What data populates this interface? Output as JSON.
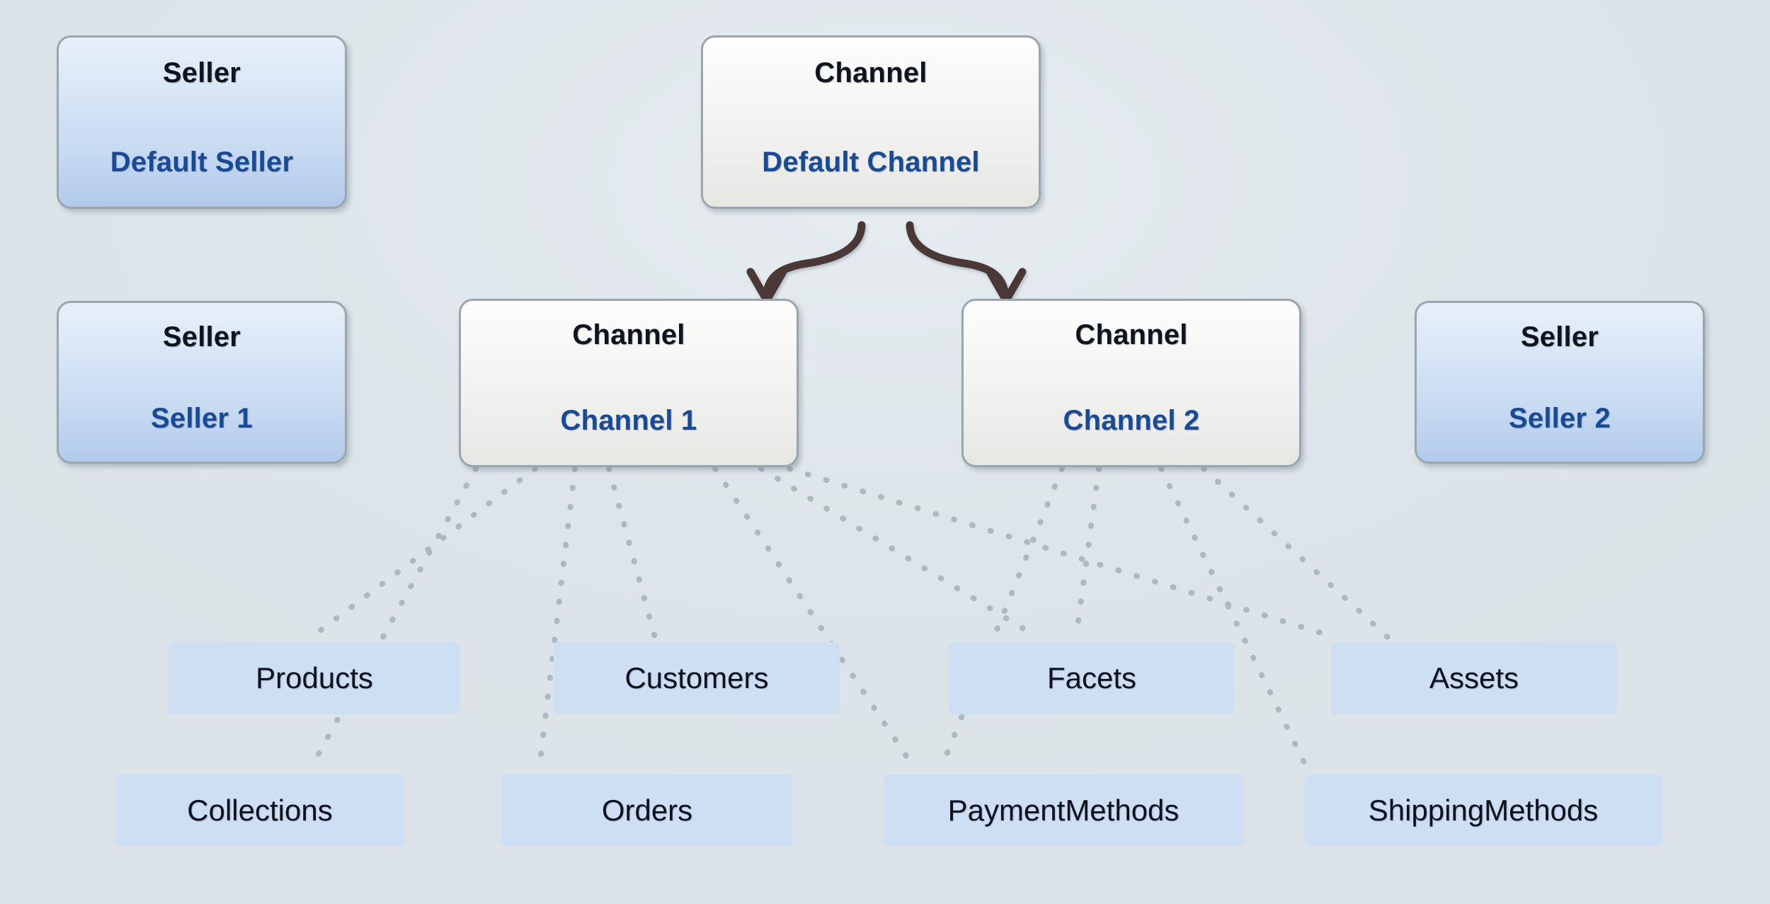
{
  "diagram": {
    "title": "Seller / Channel entity relationship diagram",
    "colors": {
      "background": "#dee5ea",
      "seller_fill_top": "#e7eff9",
      "seller_fill_bottom": "#b2caea",
      "channel_fill_top": "#fdfdfd",
      "channel_fill_bottom": "#e6e6e3",
      "node_border": "#9aa6ad",
      "type_text": "#10141c",
      "name_text": "#184a96",
      "connector_line": "#4a3835",
      "arrow": "#4a3835",
      "dotted_link": "#aab6bd",
      "chip_fill": "#cfdff3",
      "chip_text": "#0d1220"
    }
  },
  "nodes": {
    "default_seller": {
      "type": "Seller",
      "name": "Default Seller"
    },
    "default_channel": {
      "type": "Channel",
      "name": "Default Channel"
    },
    "seller_1": {
      "type": "Seller",
      "name": "Seller 1"
    },
    "channel_1": {
      "type": "Channel",
      "name": "Channel 1"
    },
    "channel_2": {
      "type": "Channel",
      "name": "Channel 2"
    },
    "seller_2": {
      "type": "Seller",
      "name": "Seller 2"
    }
  },
  "entities": {
    "row_1": [
      {
        "label": "Products"
      },
      {
        "label": "Customers"
      },
      {
        "label": "Facets"
      },
      {
        "label": "Assets"
      }
    ],
    "row_2": [
      {
        "label": "Collections"
      },
      {
        "label": "Orders"
      },
      {
        "label": "PaymentMethods"
      },
      {
        "label": "ShippingMethods"
      }
    ]
  },
  "connectors": {
    "seller_default_to_channel_default": "solid-line",
    "seller1_to_channel1": "solid-line",
    "channel2_to_seller2": "solid-line",
    "default_channel_to_channel1": "curved-arrow-down-left",
    "default_channel_to_channel2": "curved-arrow-down-right",
    "channel_to_entities": "dotted-line"
  }
}
